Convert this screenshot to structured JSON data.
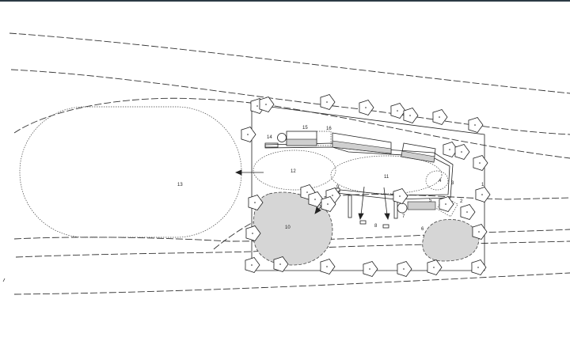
{
  "title": "Site plan",
  "labels": {
    "l1": "1",
    "l2": "2",
    "l3": "3",
    "l4": "4",
    "l5": "5",
    "l6": "6",
    "l7": "7",
    "l8": "8",
    "l9": "9",
    "l10": "10",
    "l11": "11",
    "l12": "12",
    "l13": "13",
    "l14": "14",
    "l15": "15",
    "l16": "16"
  },
  "colors": {
    "shade": "#d6d6d6",
    "line": "#222222",
    "header": "#2b3a44"
  }
}
